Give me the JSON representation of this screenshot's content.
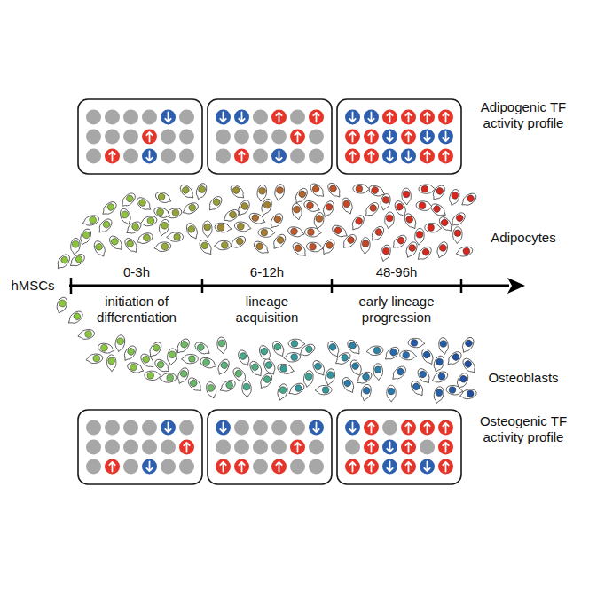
{
  "diagram": {
    "labels": [
      "Adipogenic TF activity profile",
      "Adipocytes",
      "hMSCs",
      "0-3h",
      "initiation of differentiation",
      "6-12h",
      "lineage acquisition",
      "48-96h",
      "early lineage progression",
      "Osteoblasts",
      "Osteogenic TF activity profile"
    ]
  }
}
